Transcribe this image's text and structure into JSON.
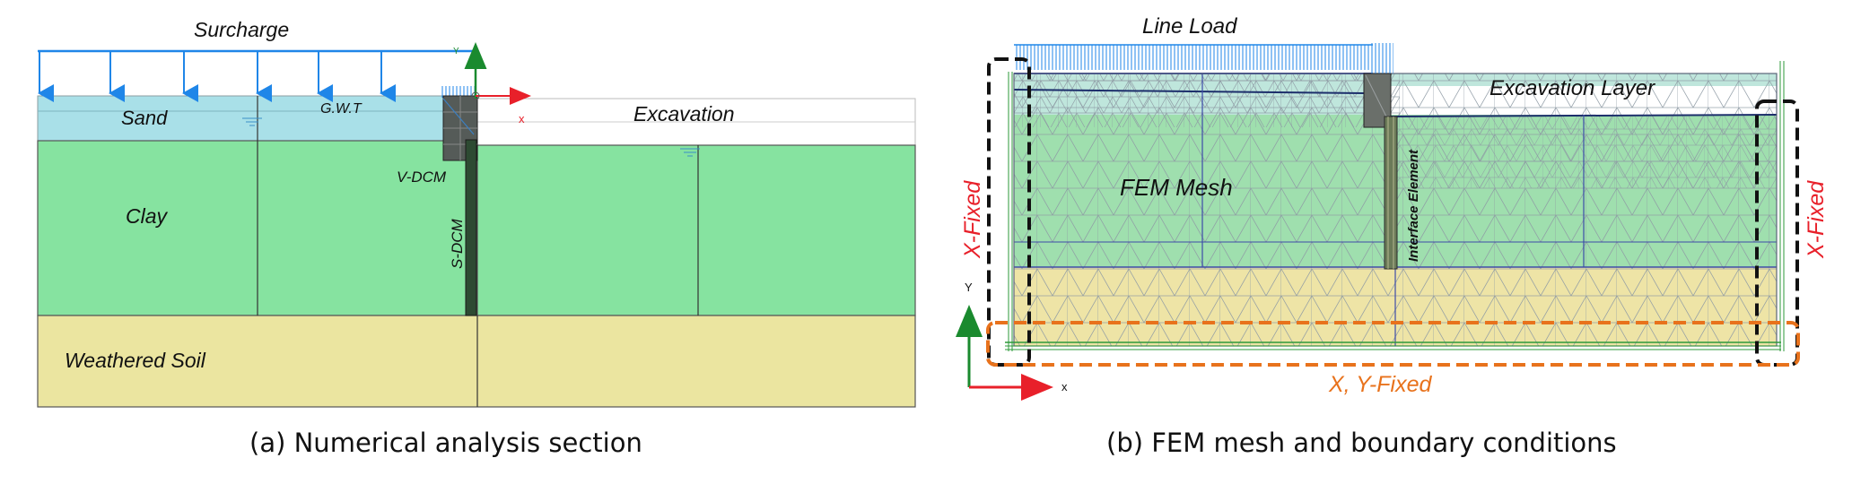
{
  "panel_a": {
    "labels": {
      "surcharge": "Surcharge",
      "sand": "Sand",
      "gwt": "G.W.T",
      "excavation": "Excavation",
      "clay": "Clay",
      "v_dcm": "V-DCM",
      "s_dcm": "S-DCM",
      "weathered_soil": "Weathered Soil",
      "axis_x": "x",
      "axis_y": "Y"
    },
    "caption": "(a) Numerical analysis section",
    "colors": {
      "sand": "#a9e0e8",
      "clay": "#86e3a0",
      "weathered": "#ebe5a0",
      "load": "#1f86e8",
      "wall": "#2d3b30"
    }
  },
  "panel_b": {
    "labels": {
      "line_load": "Line Load",
      "excavation_layer": "Excavation Layer",
      "fem_mesh": "FEM Mesh",
      "interface_element": "Interface Element",
      "x_fixed_left": "X-Fixed",
      "x_fixed_right": "X-Fixed",
      "xy_fixed": "X, Y-Fixed",
      "axis_x": "x",
      "axis_y": "Y"
    },
    "caption": "(b) FEM mesh and boundary conditions",
    "colors": {
      "x_fixed": "#e8202a",
      "xy_fixed": "#e8721c",
      "mesh_line": "#8e9aa4"
    }
  }
}
